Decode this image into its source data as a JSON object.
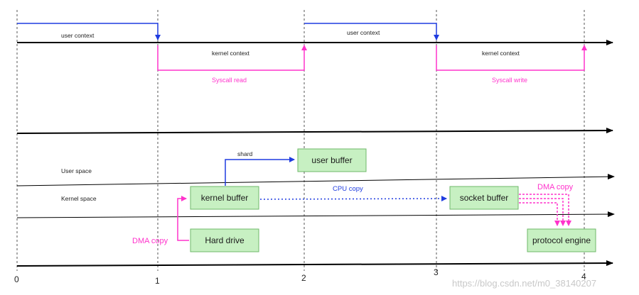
{
  "timeline_top": {
    "user_context_labels": [
      "user context",
      "user context"
    ],
    "kernel_context_labels": [
      "kernel context",
      "kernel context"
    ],
    "syscall_read": "Syscall read",
    "syscall_write": "Syscall write"
  },
  "spaces": {
    "user_space": "User space",
    "kernel_space": "Kernel  space"
  },
  "boxes": {
    "user_buffer": "user buffer",
    "kernel_buffer": "kernel buffer",
    "socket_buffer": "socket buffer",
    "hard_drive": "Hard drive",
    "protocol_engine": "protocol engine"
  },
  "arrows": {
    "shard": "shard",
    "cpu_copy": "CPU copy",
    "dma_copy_left": "DMA copy",
    "dma_copy_right": "DMA copy"
  },
  "ticks": [
    "0",
    "1",
    "2",
    "3",
    "4"
  ],
  "watermark": "https://blog.csdn.net/m0_38140207",
  "colors": {
    "blue": "#1f3ce0",
    "pink": "#ff33cc",
    "box_fill": "#c7f0c2",
    "box_stroke": "#6fb86a"
  }
}
